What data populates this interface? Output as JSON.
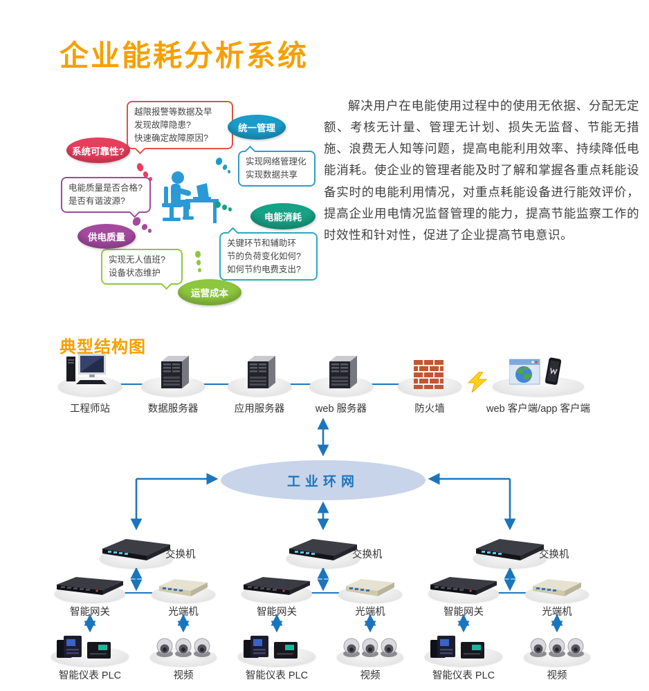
{
  "page": {
    "title": "企业能耗分析系统"
  },
  "intro": {
    "text": "解决用户在电能使用过程中的使用无依据、分配无定额、考核无计量、管理无计划、损失无监督、节能无措施、浪费无人知等问题，提高电能利用效率、持续降低电能消耗。使企业的管理者能及时了解和掌握各重点耗能设备实时的电能利用情况，对重点耗能设备进行能效评价，提高企业用电情况监督管理的能力，提高节能监察工作的时效性和针对性，促进了企业提高节电意识。"
  },
  "bubble_map": {
    "topics": [
      {
        "id": "system-reliability",
        "label": "系统可靠性?",
        "color": "#e63f5e"
      },
      {
        "id": "unified-management",
        "label": "统一管理",
        "color": "#1a9cc9"
      },
      {
        "id": "power-quality",
        "label": "供电质量",
        "color": "#a44a9e"
      },
      {
        "id": "energy-consumption",
        "label": "电能消耗",
        "color": "#17a185"
      },
      {
        "id": "operating-cost",
        "label": "运营成本",
        "color": "#8dc63f"
      }
    ],
    "questions": [
      {
        "id": "reliability-question",
        "color": "#e0523e",
        "lines": [
          "越限报警等数据及早",
          "发现故障隐患?",
          "快速确定故障原因?"
        ]
      },
      {
        "id": "management-question",
        "color": "#2e9cc9",
        "lines": [
          "实现网络管理化",
          "实现数据共享",
          ""
        ]
      },
      {
        "id": "quality-question",
        "color": "#9c4a9e",
        "lines": [
          "电能质量是否合格?",
          "是否有谐波源?",
          ""
        ]
      },
      {
        "id": "operating-question",
        "color": "#8dc63f",
        "lines": [
          "实现无人值班?",
          "设备状态维护",
          ""
        ]
      },
      {
        "id": "consumption-question",
        "color": "#2aa9b8",
        "lines": [
          "关键环节和辅助环",
          "节的负荷变化如何?",
          "如何节约电费支出?"
        ]
      }
    ],
    "icons": {
      "operator": "person-at-computer"
    }
  },
  "diagram": {
    "heading": "典型结构图",
    "top_row": [
      "工程师站",
      "数据服务器",
      "应用服务器",
      "web 服务器",
      "防火墙",
      "web 客户端/app 客户端"
    ],
    "ring_network": "工业环网",
    "columns": [
      {
        "switch": "交换机",
        "gateway": "智能网关",
        "optical": "光端机",
        "plc": "智能仪表 PLC",
        "video": "视频"
      },
      {
        "switch": "交换机",
        "gateway": "智能网关",
        "optical": "光端机",
        "plc": "智能仪表 PLC",
        "video": "视频"
      },
      {
        "switch": "交换机",
        "gateway": "智能网关",
        "optical": "光端机",
        "plc": "智能仪表 PLC",
        "video": "视频"
      }
    ],
    "icons": {
      "workstation": "desktop-computer",
      "server": "server-tower",
      "firewall": "brick-wall",
      "clients": "browser-globe-and-smartphone",
      "link": "lightning-bolt",
      "switch": "network-switch",
      "gateway": "smart-gateway",
      "optical": "optical-terminal",
      "plc": "smart-meters-plc",
      "video": "dome-cameras"
    }
  },
  "colors": {
    "accent_orange": "#f5a000",
    "arrow_blue": "#1b75bc",
    "ring_fill": "#c8d4ea",
    "person_blue": "#2b99d6"
  }
}
